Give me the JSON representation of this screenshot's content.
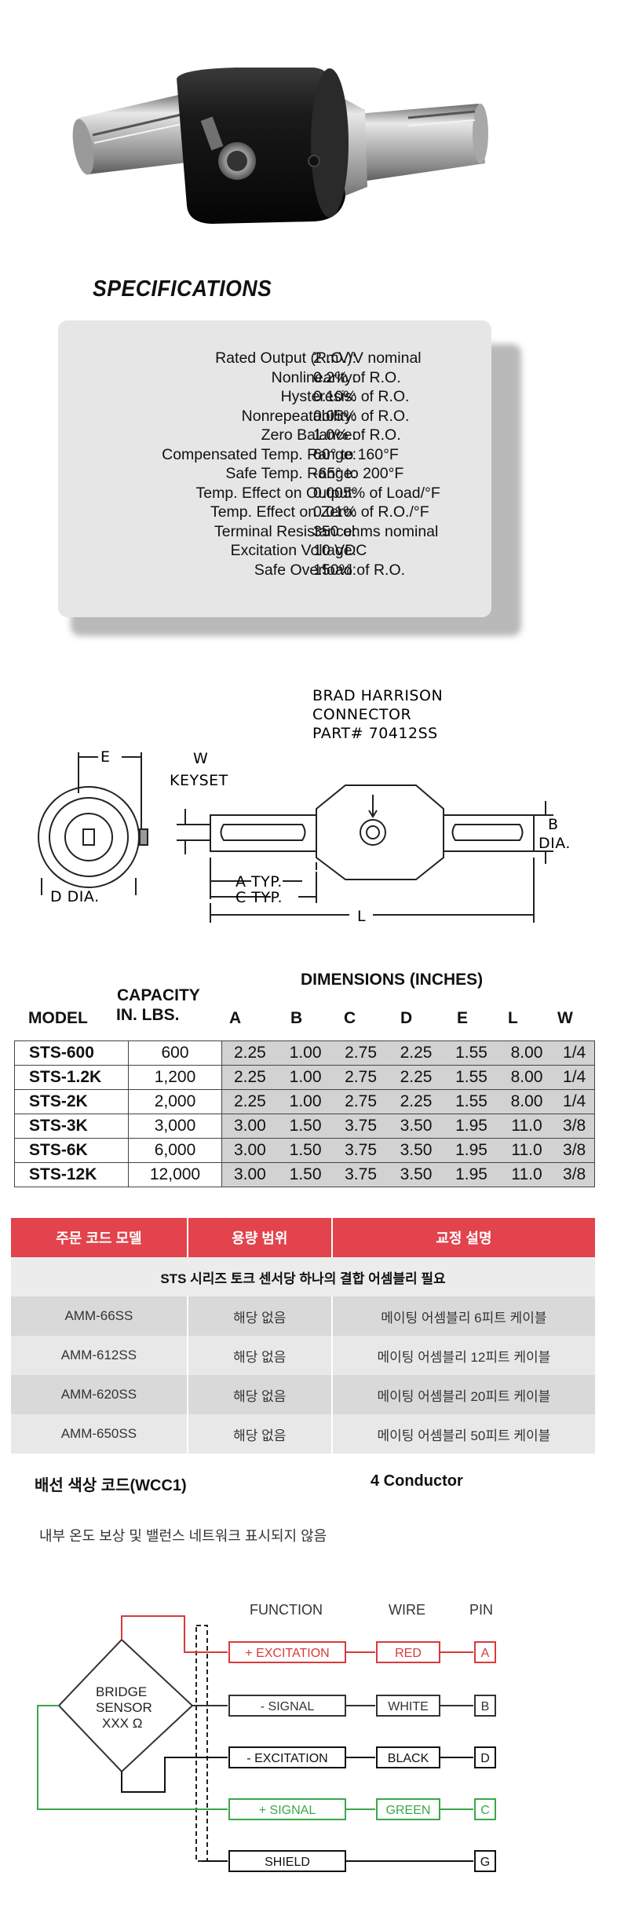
{
  "specifications": {
    "title": "SPECIFICATIONS",
    "rows": [
      {
        "label": "Rated Output (R.O.):",
        "value": "2 mV/V nominal"
      },
      {
        "label": "Nonlinearity:",
        "value": "0.2% of R.O."
      },
      {
        "label": "Hysteresis:",
        "value": "0.10% of R.O."
      },
      {
        "label": "Nonrepeatability:",
        "value": "0.05% of R.O."
      },
      {
        "label": "Zero Balance:",
        "value": "1.0% of R.O."
      },
      {
        "label": "Compensated Temp. Range:",
        "value": "60° to 160°F"
      },
      {
        "label": "Safe Temp. Range:",
        "value": "-65° to 200°F"
      },
      {
        "label": "Temp. Effect on Output:",
        "value": "0.005% of Load/°F"
      },
      {
        "label": "Temp. Effect on Zero:",
        "value": "0.01% of R.O./°F"
      },
      {
        "label": "Terminal Resistance:",
        "value": "350 ohms nominal"
      },
      {
        "label": "Excitation Voltage:",
        "value": "10 VDC"
      },
      {
        "label": "Safe Overload:",
        "value": "150% of R.O."
      }
    ]
  },
  "drawing": {
    "connector_line1": "BRAD HARRISON",
    "connector_line2": "CONNECTOR",
    "connector_line3": "PART# 70412SS",
    "w": "W",
    "keyset": "KEYSET",
    "e": "E",
    "d_dia": "D DIA.",
    "a_typ": "A TYP.",
    "c_typ": "C TYP.",
    "l": "L",
    "b": "B",
    "b_dia": "DIA."
  },
  "dimensions": {
    "heading": "DIMENSIONS (INCHES)",
    "capacity_line1": "CAPACITY",
    "capacity_line2": "IN. LBS.",
    "model_header": "MODEL",
    "cols": [
      "A",
      "B",
      "C",
      "D",
      "E",
      "L",
      "W"
    ],
    "rows": [
      {
        "model": "STS-600",
        "capacity": "600",
        "vals": [
          "2.25",
          "1.00",
          "2.75",
          "2.25",
          "1.55",
          "8.00",
          "1/4"
        ]
      },
      {
        "model": "STS-1.2K",
        "capacity": "1,200",
        "vals": [
          "2.25",
          "1.00",
          "2.75",
          "2.25",
          "1.55",
          "8.00",
          "1/4"
        ]
      },
      {
        "model": "STS-2K",
        "capacity": "2,000",
        "vals": [
          "2.25",
          "1.00",
          "2.75",
          "2.25",
          "1.55",
          "8.00",
          "1/4"
        ]
      },
      {
        "model": "STS-3K",
        "capacity": "3,000",
        "vals": [
          "3.00",
          "1.50",
          "3.75",
          "3.50",
          "1.95",
          "11.0",
          "3/8"
        ]
      },
      {
        "model": "STS-6K",
        "capacity": "6,000",
        "vals": [
          "3.00",
          "1.50",
          "3.75",
          "3.50",
          "1.95",
          "11.0",
          "3/8"
        ]
      },
      {
        "model": "STS-12K",
        "capacity": "12,000",
        "vals": [
          "3.00",
          "1.50",
          "3.75",
          "3.50",
          "1.95",
          "11.0",
          "3/8"
        ]
      }
    ]
  },
  "order": {
    "headers": [
      "주문 코드 모델",
      "용량 범위",
      "교정 설명"
    ],
    "subheader": "STS 시리즈 토크 센서당 하나의 결합 어셈블리 필요",
    "rows": [
      [
        "AMM-66SS",
        "해당 없음",
        "메이팅 어셈블리 6피트 케이블"
      ],
      [
        "AMM-612SS",
        "해당 없음",
        "메이팅 어셈블리 12피트 케이블"
      ],
      [
        "AMM-620SS",
        "해당 없음",
        "메이팅 어셈블리 20피트 케이블"
      ],
      [
        "AMM-650SS",
        "해당 없음",
        "메이팅 어셈블리 50피트 케이블"
      ]
    ]
  },
  "wiring": {
    "title": "배선 색상 코드(WCC1)",
    "conductor": "4 Conductor",
    "note": "내부 온도 보상 및 밸런스 네트워크 표시되지 않음",
    "function_header": "FUNCTION",
    "wire_header": "WIRE",
    "pin_header": "PIN",
    "bridge_line1": "BRIDGE",
    "bridge_line2": "SENSOR",
    "bridge_line3": "XXX Ω",
    "rows": [
      {
        "function": "+ EXCITATION",
        "wire": "RED",
        "pin": "A",
        "color": "#d93a3a"
      },
      {
        "function": "- SIGNAL",
        "wire": "WHITE",
        "pin": "B",
        "color": "#333333"
      },
      {
        "function": "- EXCITATION",
        "wire": "BLACK",
        "pin": "D",
        "color": "#111111"
      },
      {
        "function": "+ SIGNAL",
        "wire": "GREEN",
        "pin": "C",
        "color": "#3aa84a"
      },
      {
        "function": "SHIELD",
        "wire": "",
        "pin": "G",
        "color": "#111111"
      }
    ]
  }
}
